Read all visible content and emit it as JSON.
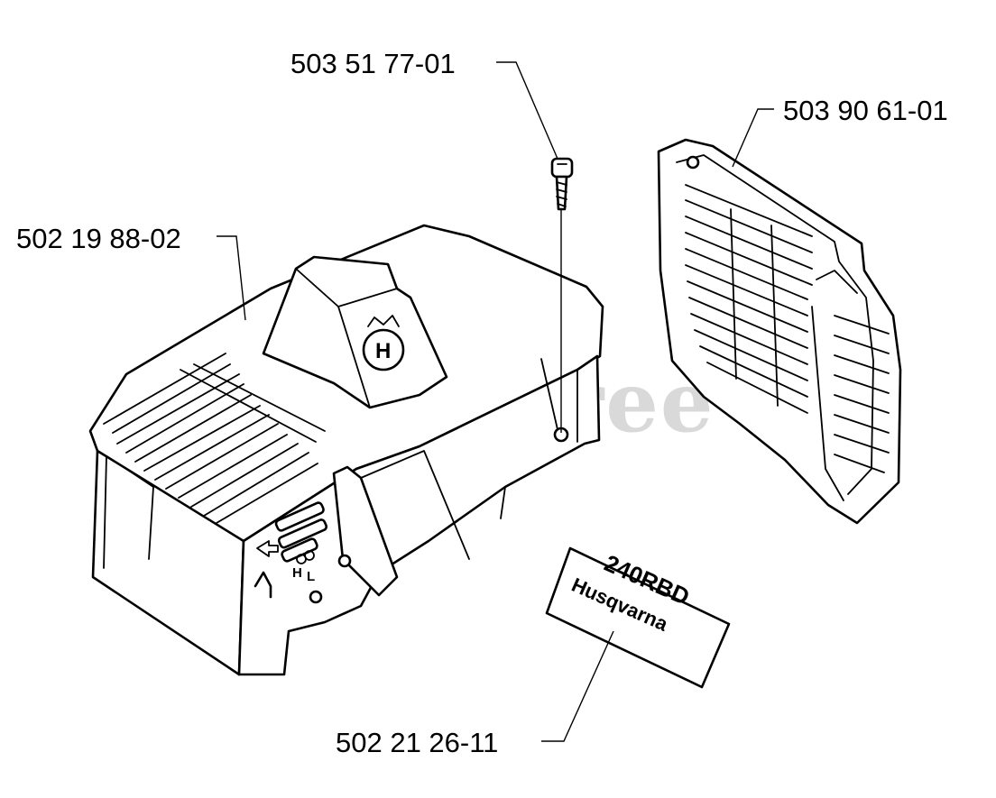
{
  "watermark": "PartsTree",
  "parts": [
    {
      "part_number": "503 51 77-01",
      "name": "screw"
    },
    {
      "part_number": "503 90 61-01",
      "name": "air-intake-grille"
    },
    {
      "part_number": "502 19 88-02",
      "name": "cylinder-cover"
    },
    {
      "part_number": "502 21 26-11",
      "name": "decal"
    }
  ],
  "decal": {
    "model": "240RBD",
    "brand": "Husqvarna"
  },
  "cover_markings": {
    "logo_letter": "H",
    "h_label": "H",
    "l_label": "L"
  }
}
